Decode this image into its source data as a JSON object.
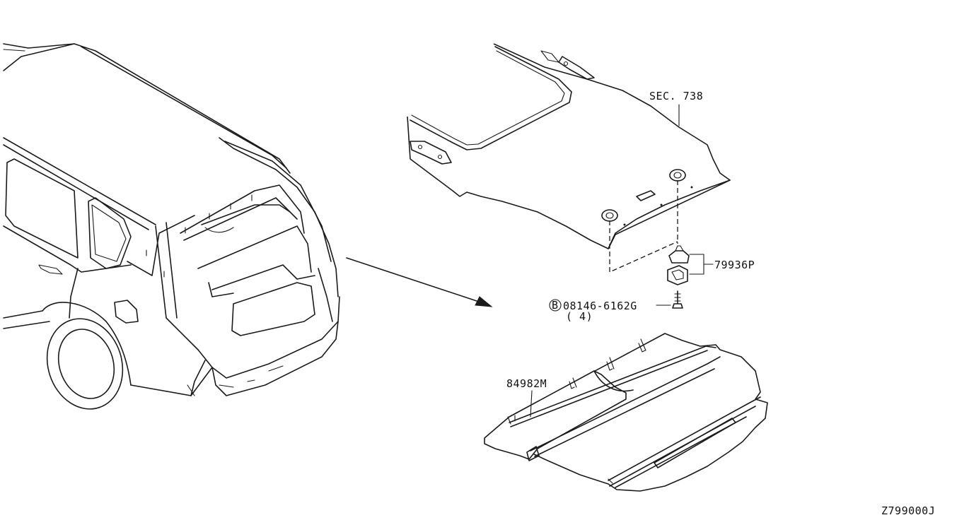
{
  "labels": {
    "sec": "SEC. 738",
    "clip": "79936P",
    "bolt": "08146-6162G",
    "bolt_qty": "( 4)",
    "bolt_symbol": "B",
    "cover": "84982M",
    "drawing_id": "Z799000J"
  },
  "colors": {
    "ink": "#1a1a1a",
    "background": "#ffffff"
  }
}
